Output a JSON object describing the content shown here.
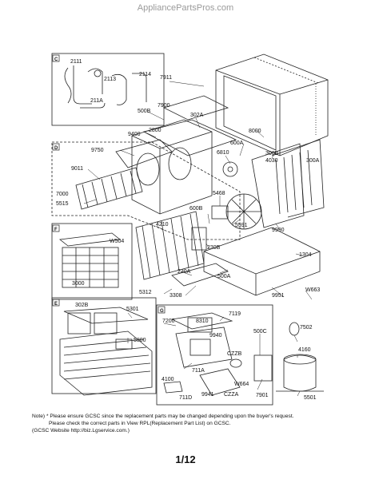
{
  "watermark": "AppliancePartsPros.com",
  "section_markers": [
    "C",
    "D",
    "F",
    "E",
    "G"
  ],
  "part_labels": {
    "p2111": "2111",
    "p2113": "2113",
    "p2114": "2114",
    "p211A": "211A",
    "p7911": "7911",
    "p500B": "500B",
    "p7900": "7900",
    "p302A": "302A",
    "p9400": "9400",
    "p2800": "2800",
    "p8000": "8000",
    "p600A": "600A",
    "p300B": "300B",
    "p4030": "4030",
    "p300A": "300A",
    "p9750": "9750",
    "p6810": "6810",
    "p9011": "9011",
    "p7000": "7000",
    "p5515": "5515",
    "p5468": "5468",
    "p600B": "600B",
    "p4210": "4210",
    "p5591": "5591",
    "p9990": "9990",
    "pW504": "W504",
    "p230B": "230B",
    "p1304": "1304",
    "p3000": "3000",
    "p230A": "230A",
    "p500A": "500A",
    "p5312": "5312",
    "p3308": "3308",
    "p9951": "9951",
    "pW663": "W663",
    "p302B": "302B",
    "p5301": "5301",
    "p7119": "7119",
    "p7200": "7200",
    "p8310": "8310",
    "p500C": "500C",
    "p7502": "7502",
    "p5800": "5800",
    "p9940": "9940",
    "pCZZB": "CZZB",
    "p4160": "4160",
    "p711A": "711A",
    "p4100": "4100",
    "pW664": "W664",
    "p9941": "9941",
    "pCZZA": "CZZA",
    "p711D": "711D",
    "p7901": "7901",
    "p5501": "5501"
  },
  "note": {
    "line1": "Note) * Please ensure GCSC since the replacement parts may be changed depending upon the buyer's request.",
    "line2": "Please check  the correct parts in View RPL(Replacement Part List) on GCSC.",
    "line3": "(GCSC Website  http://biz.Lgservice.com.)"
  },
  "page_number": "1/12"
}
